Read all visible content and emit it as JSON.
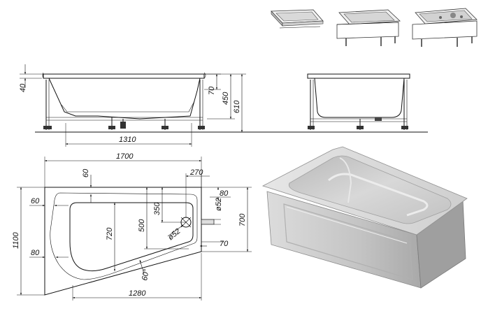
{
  "dimensions": {
    "side_rim_height": "40",
    "side_rim_depth": "70",
    "side_bath_height": "450",
    "side_total_height": "610",
    "side_leg_span": "1310",
    "plan_length": "1700",
    "plan_width_left": "1100",
    "plan_width_right": "700",
    "plan_bottom_length": "1280",
    "plan_drain_offset_x": "270",
    "plan_inner_top": "60",
    "plan_inner_left": "60",
    "plan_inner_bottom_left": "80",
    "plan_inner_right_top": "80",
    "plan_inner_right_bottom": "70",
    "plan_inner_height": "720",
    "plan_drain_height": "500",
    "plan_drain_top": "350",
    "plan_drain_dia": "ø52",
    "plan_overflow_dia": "ø52",
    "plan_corner_angle": "60°"
  }
}
